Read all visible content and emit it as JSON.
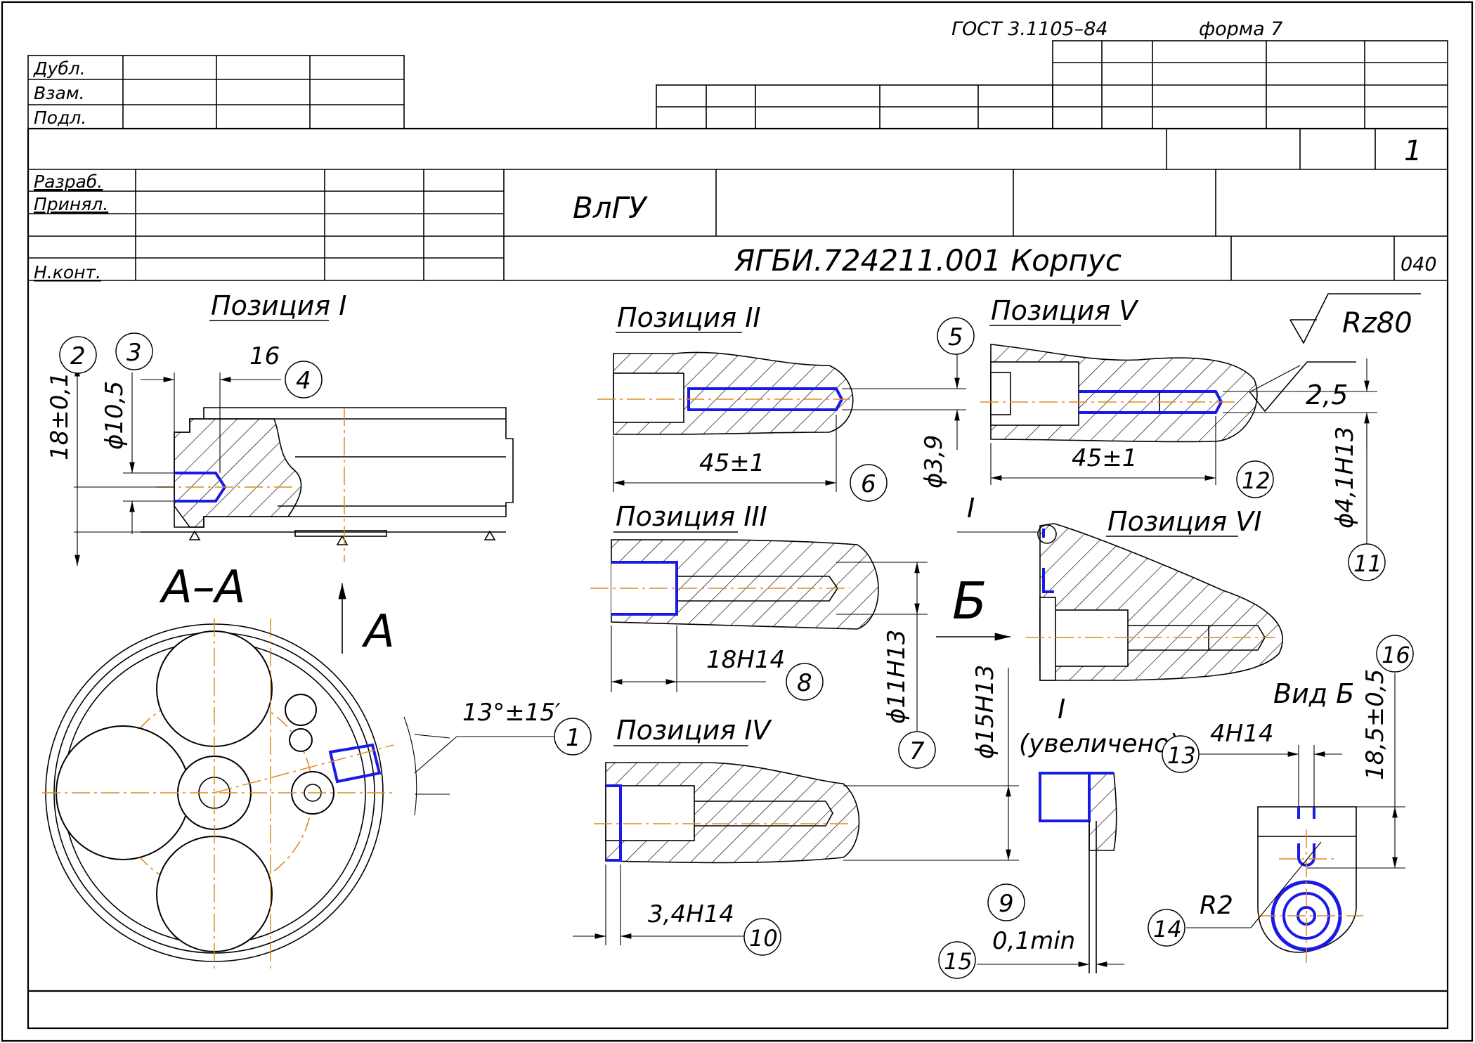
{
  "header": {
    "standard": "ГОСТ 3.1105–84",
    "form": "форма 7",
    "sheet_number": "1",
    "stamp_rows": [
      "Дубл.",
      "Взам.",
      "Подл."
    ],
    "roles": [
      "Разраб.",
      "Принял.",
      "Н.конт."
    ],
    "organization": "ВлГУ",
    "document_title": "ЯГБИ.724211.001 Корпус",
    "operation_number": "040"
  },
  "positions": {
    "p1": "Позиция I",
    "p2": "Позиция II",
    "p3": "Позиция III",
    "p4": "Позиция IV",
    "p5": "Позиция V",
    "p6": "Позиция VI"
  },
  "views": {
    "section": "А–А",
    "arrow_a": "А",
    "arrow_b": "Б",
    "view_b": "Вид Б",
    "detail_ref": "I",
    "detail_title": "I",
    "detail_scale": "(увеличено)"
  },
  "dimensions": {
    "d_18": "18±0,1",
    "d_10_5": "ϕ10,5",
    "d_16": "16",
    "d_45_a": "45±1",
    "d_3_9": "ϕ3,9",
    "d_45_b": "45±1",
    "d_18h14": "18H14",
    "d_11h13": "ϕ11H13",
    "d_15h13": "ϕ15H13",
    "d_3_4h14": "3,4H14",
    "d_2_5": "2,5",
    "d_4_1h13": "ϕ4,1H13",
    "d_angle": "13°±15′",
    "d_4h14": "4H14",
    "d_18_5": "18,5±0,5",
    "d_r2": "R2",
    "d_0_1": "0,1min",
    "roughness": "Rz80"
  },
  "bubbles": [
    "1",
    "2",
    "3",
    "4",
    "5",
    "6",
    "7",
    "8",
    "9",
    "10",
    "11",
    "12",
    "13",
    "14",
    "15",
    "16"
  ],
  "colors": {
    "line": "#000000",
    "machined_surface": "#1a1ae6",
    "axis_line": "#e08a1e"
  }
}
